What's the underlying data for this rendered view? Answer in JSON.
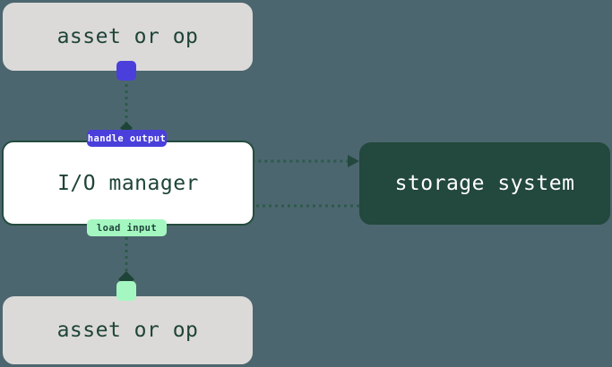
{
  "diagram": {
    "title": "io-manager-data-flow",
    "background_color": "#4c666f",
    "nodes": {
      "asset_top": {
        "label": "asset or op",
        "fill": "#dcdad8",
        "text_color": "#1e4438"
      },
      "io_manager": {
        "label": "I/O manager",
        "fill": "#ffffff",
        "text_color": "#1e4438",
        "border_color": "#254c3f"
      },
      "storage": {
        "label": "storage system",
        "fill": "#23483d",
        "text_color": "#ffffff"
      },
      "asset_bottom": {
        "label": "asset or op",
        "fill": "#dcdad8",
        "text_color": "#1e4438"
      }
    },
    "edges": {
      "handle_output": {
        "label": "handle output",
        "badge_fill": "#4a3fdb",
        "badge_text_color": "#ffffff",
        "line_color": "#2c5a4a"
      },
      "load_input": {
        "label": "load input",
        "badge_fill": "#a4f7c0",
        "badge_text_color": "#1e4438",
        "line_color": "#2c5a4a"
      }
    },
    "ports": {
      "output_port": {
        "name": "output-port",
        "fill": "#4a3fdb"
      },
      "input_port": {
        "name": "input-port",
        "fill": "#a4f7c0"
      }
    }
  }
}
